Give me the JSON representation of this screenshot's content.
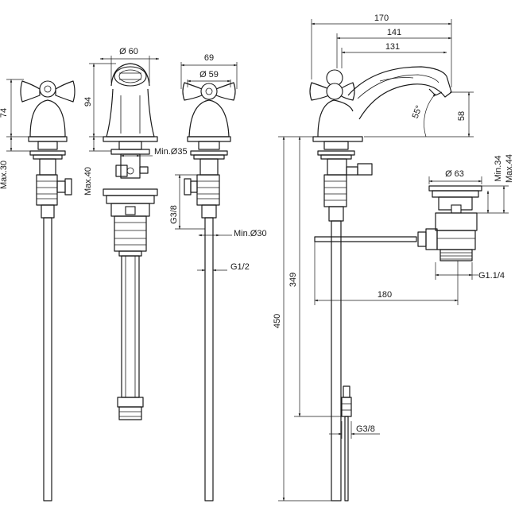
{
  "dimensions": {
    "left_height": "74",
    "left_max": "Max.30",
    "spout_diameter": "Ø 60",
    "spout_height": "94",
    "spout_max": "Max.40",
    "spout_min_hole": "Min.Ø35",
    "valve_width": "69",
    "valve_diameter": "Ø 59",
    "valve_thread": "G3/8",
    "valve_min_hole": "Min.Ø30",
    "valve_pipe": "G1/2",
    "side_170": "170",
    "side_141": "141",
    "side_131": "131",
    "side_angle": "55°",
    "side_58": "58",
    "side_349": "349",
    "side_450": "450",
    "side_180": "180",
    "side_pipe": "G3/8",
    "waste_diameter": "Ø 63",
    "waste_min": "Min.34",
    "waste_max": "Max.44",
    "waste_thread": "G1.1/4"
  }
}
